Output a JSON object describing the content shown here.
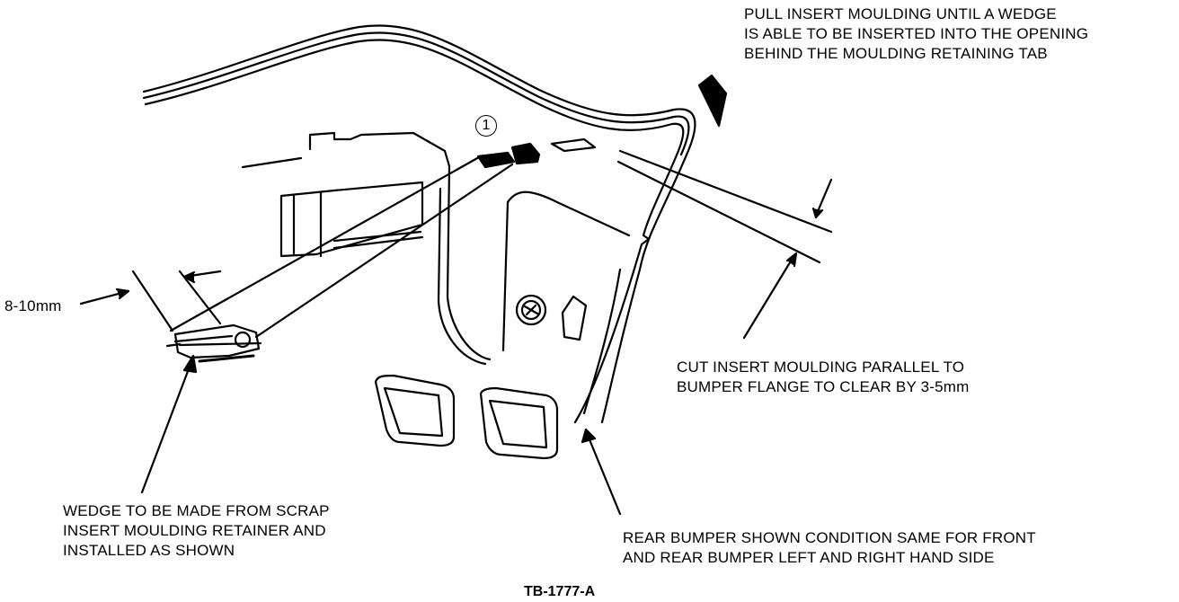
{
  "labels": {
    "pull_insert": [
      "PULL INSERT MOULDING UNTIL A WEDGE",
      "IS ABLE TO BE INSERTED INTO THE OPENING",
      "BEHIND THE MOULDING RETAINING TAB"
    ],
    "cut_insert": [
      "CUT INSERT MOULDING PARALLEL TO",
      "BUMPER FLANGE TO CLEAR BY 3-5mm"
    ],
    "wedge": [
      "WEDGE TO BE MADE FROM SCRAP",
      "INSERT MOULDING RETAINER AND",
      "INSTALLED AS SHOWN"
    ],
    "rear_bumper": [
      "REAR BUMPER SHOWN CONDITION SAME FOR FRONT",
      "AND REAR BUMPER LEFT AND RIGHT HAND SIDE"
    ],
    "dimension": "8-10mm",
    "callout_number": "1",
    "figure_id": "TB-1777-A"
  }
}
